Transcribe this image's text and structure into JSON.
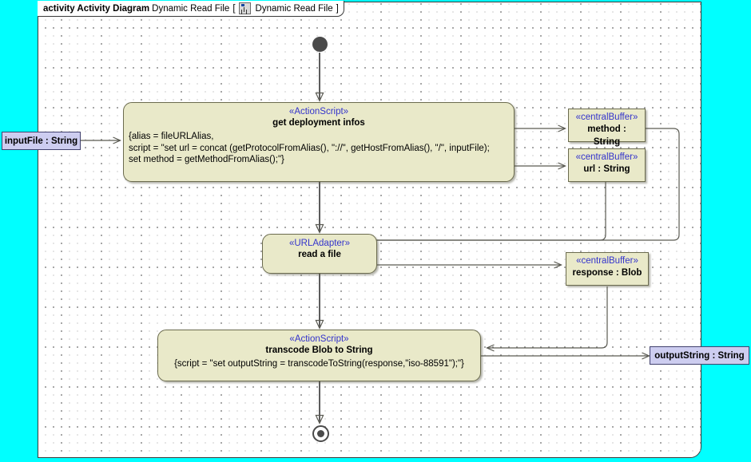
{
  "frame": {
    "keyword": "activity Activity Diagram",
    "name": "Dynamic Read File",
    "bracket_open": "[",
    "icon": "activity-diagram-icon",
    "inner_name": "Dynamic Read File",
    "bracket_close": "]"
  },
  "palette": {
    "canvas_outside": "#00ffff",
    "canvas_inside": "#ffffff",
    "node_fill": "#e9e9c9",
    "node_border": "#6b6b4e",
    "stereotype_text": "#3333cc",
    "pin_fill": "#cdcdf0",
    "pin_border": "#41416e",
    "edge": "#5a5a52"
  },
  "nodes": {
    "initial": {
      "name": "initial-node"
    },
    "final": {
      "name": "activity-final-node"
    },
    "get_deployment": {
      "stereotype": "«ActionScript»",
      "title": "get deployment infos",
      "body": "{alias = fileURLAlias,\nscript = \"set url = concat (getProtocolFromAlias(), \"://\", getHostFromAlias(), \"/\", inputFile);\nset method = getMethodFromAlias();\"}"
    },
    "read_file": {
      "stereotype": "«URLAdapter»",
      "title": "read a file"
    },
    "transcode": {
      "stereotype": "«ActionScript»",
      "title": "transcode Blob to String",
      "body": "{script = \"set outputString = transcodeToString(response,\"iso-88591\");\"}"
    }
  },
  "buffers": [
    {
      "stereotype": "«centralBuffer»",
      "label": "method : String"
    },
    {
      "stereotype": "«centralBuffer»",
      "label": "url : String"
    },
    {
      "stereotype": "«centralBuffer»",
      "label": "response : Blob"
    }
  ],
  "pins": [
    {
      "label": "inputFile : String",
      "side": "left"
    },
    {
      "label": "outputString : String",
      "side": "right"
    }
  ]
}
